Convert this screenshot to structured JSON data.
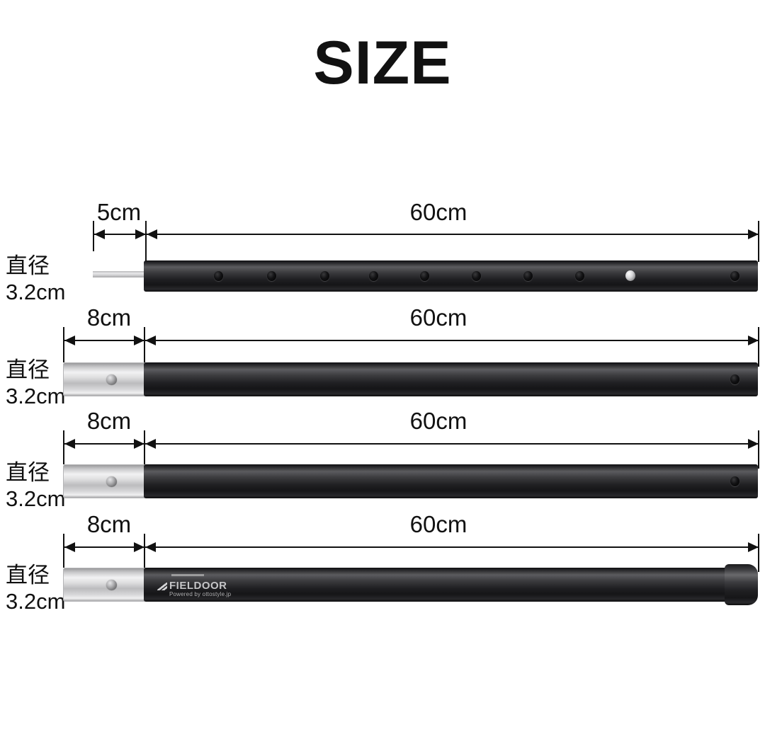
{
  "title": "SIZE",
  "background_color": "#ffffff",
  "line_color": "#111111",
  "brand": {
    "name": "FIELDOOR",
    "tagline": "Powered by ottostyle.jp"
  },
  "diameter_label": {
    "line1": "直径",
    "line2": "3.2cm"
  },
  "rows": [
    {
      "id": "row-1",
      "segment_label": "5cm",
      "length_label": "60cm",
      "diameter_line1": "直径",
      "diameter_line2": "3.2cm",
      "tip_type": "thin-shaft",
      "hole_count": 10,
      "silver_pin_index": 8,
      "end_cap": false
    },
    {
      "id": "row-2",
      "segment_label": "8cm",
      "length_label": "60cm",
      "diameter_line1": "直径",
      "diameter_line2": "3.2cm",
      "tip_type": "ferrule",
      "hole_count": 1,
      "silver_pin_index": -1,
      "end_cap": false
    },
    {
      "id": "row-3",
      "segment_label": "8cm",
      "length_label": "60cm",
      "diameter_line1": "直径",
      "diameter_line2": "3.2cm",
      "tip_type": "ferrule",
      "hole_count": 1,
      "silver_pin_index": -1,
      "end_cap": false
    },
    {
      "id": "row-4",
      "segment_label": "8cm",
      "length_label": "60cm",
      "diameter_line1": "直径",
      "diameter_line2": "3.2cm",
      "tip_type": "ferrule",
      "hole_count": 0,
      "silver_pin_index": -1,
      "end_cap": true,
      "branded": true
    }
  ]
}
